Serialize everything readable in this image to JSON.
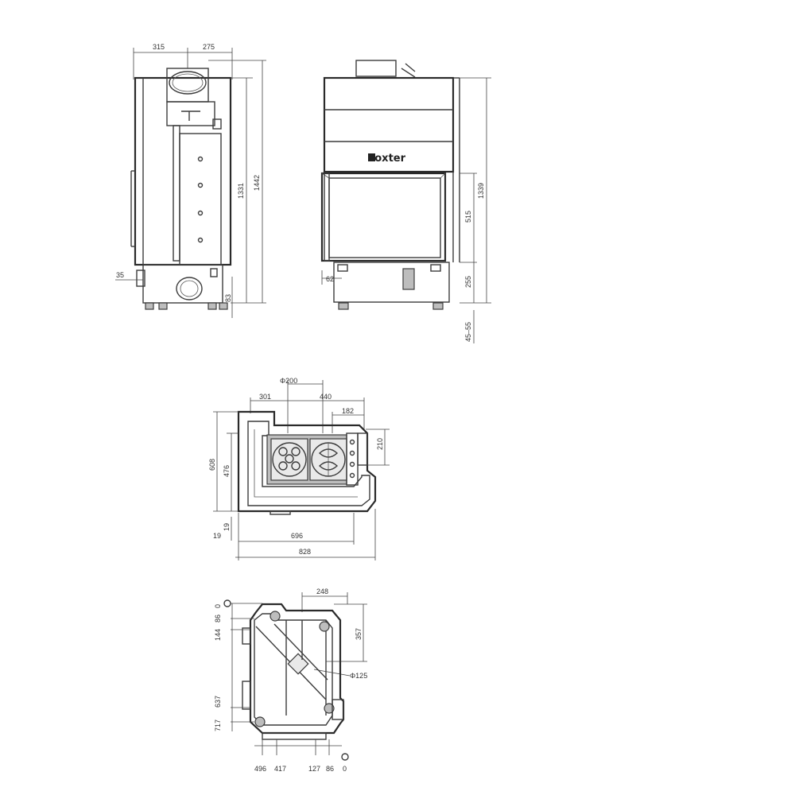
{
  "brand": {
    "logo_text": "hoxter"
  },
  "side_view": {
    "dims": {
      "top_left": "315",
      "top_right": "275",
      "inner_height": "1331",
      "total_height": "1442",
      "left_offset": "35",
      "bottom_offset": "83"
    }
  },
  "front_view": {
    "dims": {
      "total_height": "1339",
      "glass_height": "515",
      "left_offset": "62",
      "base_height": "255",
      "legs": "45–55"
    }
  },
  "plan_view": {
    "dims": {
      "flue_diameter": "Φ200",
      "left": "301",
      "right": "440",
      "right_small": "182",
      "height_right": "210",
      "depth": "608",
      "inner_depth": "476",
      "bottom_a": "19",
      "bottom_b": "19",
      "inner_width": "696",
      "total_width": "828"
    }
  },
  "bottom_view": {
    "dims": {
      "top_width": "248",
      "top_height": "357",
      "air_diameter": "Φ125",
      "left_0": "0",
      "left_86": "86",
      "left_144": "144",
      "left_637": "637",
      "left_717": "717",
      "bottom_496": "496",
      "bottom_417": "417",
      "bottom_127": "127",
      "bottom_86": "86",
      "bottom_0": "0"
    }
  }
}
